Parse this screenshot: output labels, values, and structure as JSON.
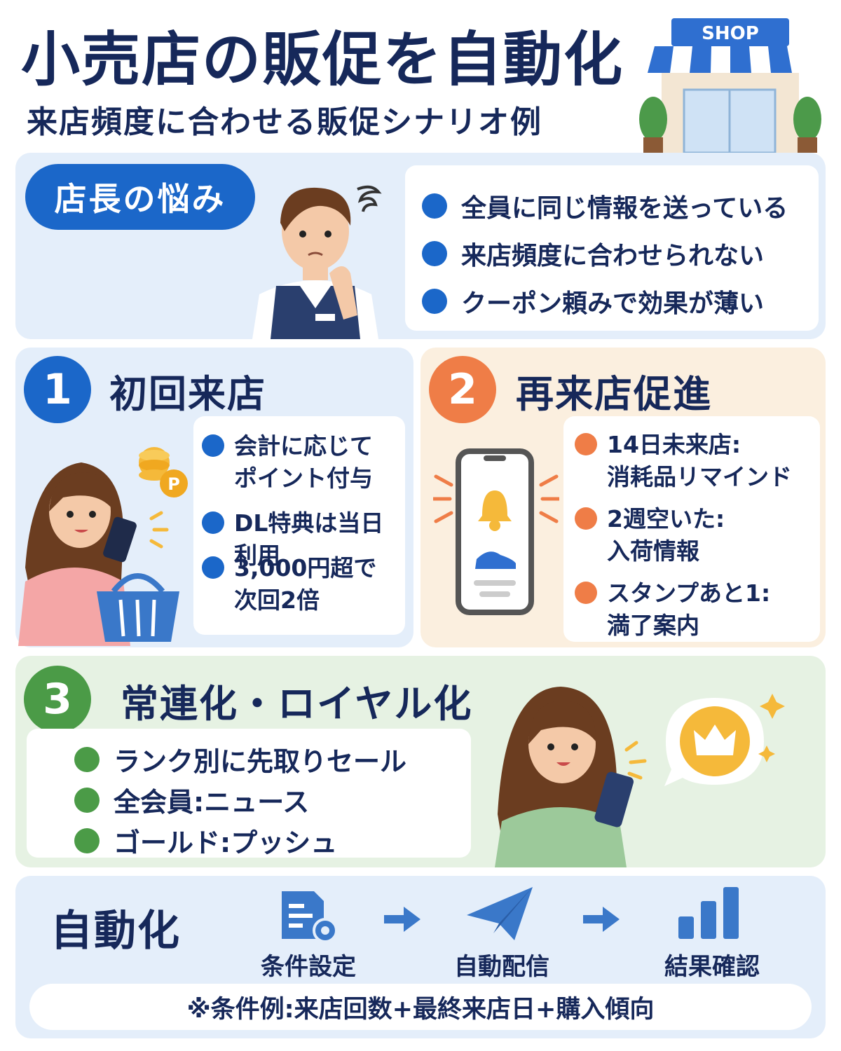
{
  "header": {
    "title": "小売店の販促を自動化",
    "subtitle": "来店頻度に合わせる販促シナリオ例",
    "shop_sign": "SHOP"
  },
  "worries": {
    "badge": "店長の悩み",
    "items": [
      "全員に同じ情報を送っている",
      "来店頻度に合わせられない",
      "クーポン頼みで効果が薄い"
    ]
  },
  "step1": {
    "number": "1",
    "title": "初回来店",
    "items": [
      "会計に応じて\nポイント付与",
      "DL特典は当日利用",
      "3,000円超で\n次回2倍"
    ],
    "coin_label": "P"
  },
  "step2": {
    "number": "2",
    "title": "再来店促進",
    "items": [
      "14日未来店:\n消耗品リマインド",
      "2週空いた:\n入荷情報",
      "スタンプあと1:\n満了案内"
    ]
  },
  "step3": {
    "number": "3",
    "title": "常連化・ロイヤル化",
    "items": [
      "ランク別に先取りセール",
      "全会員:ニュース",
      "ゴールド:プッシュ"
    ]
  },
  "automation": {
    "title": "自動化",
    "flow": [
      "条件設定",
      "自動配信",
      "結果確認"
    ],
    "note": "※条件例:来店回数+最終来店日+購入傾向"
  },
  "colors": {
    "navy": "#16285a",
    "blue": "#1b67c9",
    "orange": "#ef7d47",
    "green": "#4b9b47"
  }
}
